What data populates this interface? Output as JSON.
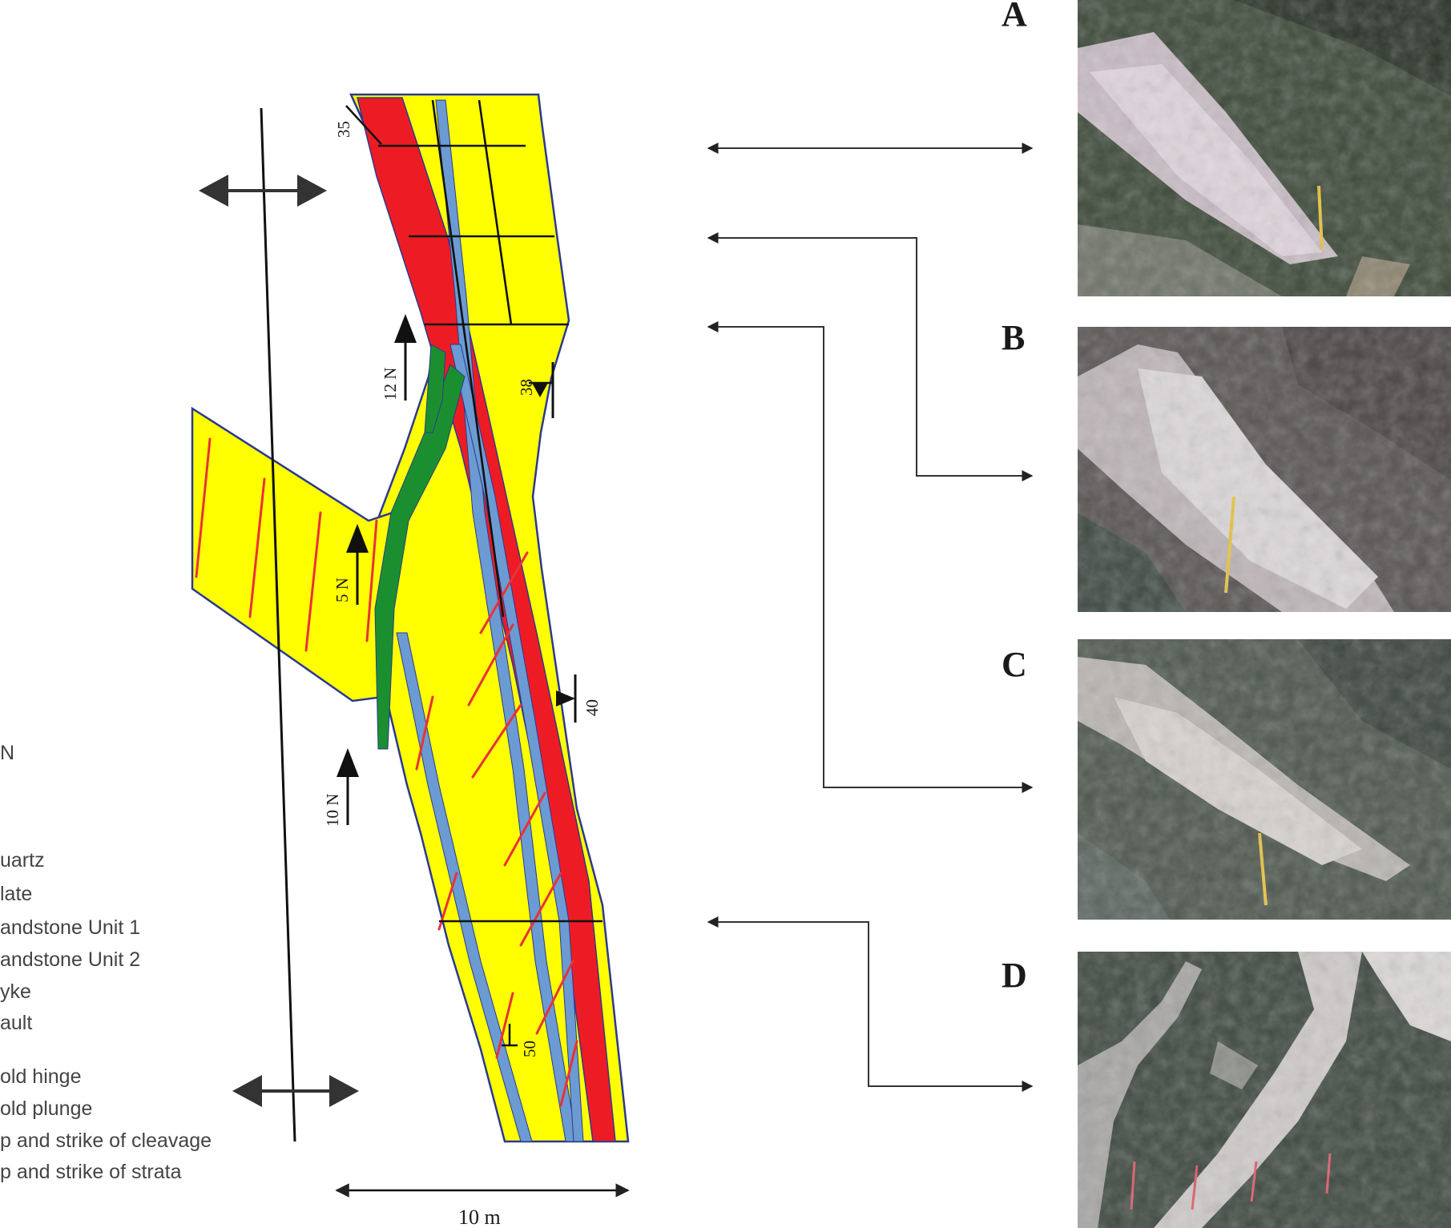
{
  "figure": {
    "colors": {
      "sandstone": "#ffff00",
      "quartz": "#ed1c24",
      "slate": "#6b9bd2",
      "green_unit": "#1b8f2f",
      "outline": "#2b3990"
    },
    "panels": [
      {
        "label": "A"
      },
      {
        "label": "B"
      },
      {
        "label": "C"
      },
      {
        "label": "D"
      }
    ],
    "legend": [
      {
        "text": "uartz"
      },
      {
        "text": "late"
      },
      {
        "text": "andstone Unit 1"
      },
      {
        "text": "andstone Unit 2"
      },
      {
        "text": "yke"
      },
      {
        "text": "ault"
      },
      {
        "text": "old hinge"
      },
      {
        "text": "old plunge"
      },
      {
        "text": "p and strike of cleavage"
      },
      {
        "text": "p and strike of strata"
      }
    ],
    "north_fragment": "N",
    "measurements": {
      "dip_top": "35",
      "plunge_12": "12 N",
      "dip_38": "38",
      "plunge_5": "5 N",
      "dip_40": "40",
      "plunge_10": "10 N",
      "dip_50": "50"
    },
    "scale_label": "10 m"
  }
}
